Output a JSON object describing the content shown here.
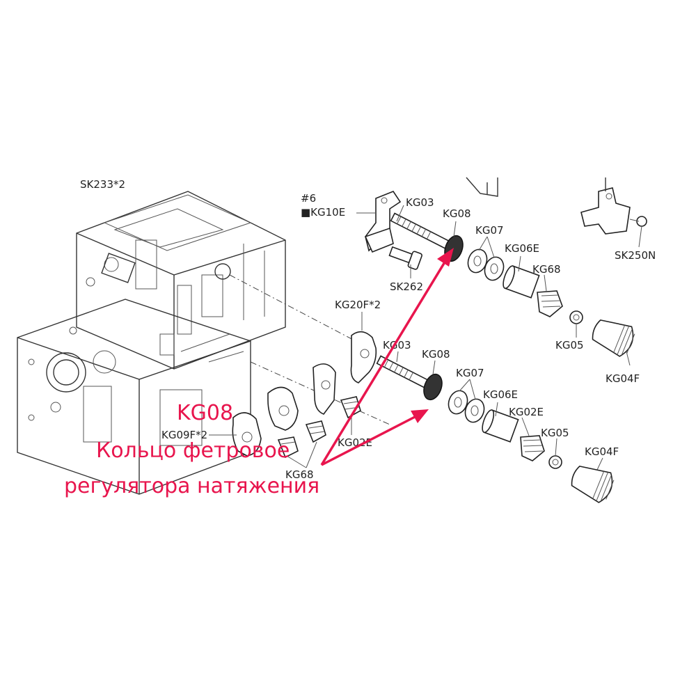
{
  "labels": {
    "sk233": "SK233*2",
    "hash6": "#6",
    "kg10e": "■KG10E",
    "kg03_top": "KG03",
    "kg08_top": "KG08",
    "kg07_top": "KG07",
    "kg06e_top": "KG06E",
    "kg68_top": "KG68",
    "sk262": "SK262",
    "sk250n": "SK250N",
    "kg05_top": "KG05",
    "kg04f_top": "KG04F",
    "kg20f": "KG20F*2",
    "kg03_bot": "KG03",
    "kg08_bot": "KG08",
    "kg07_bot": "KG07",
    "kg06e_bot": "KG06E",
    "kg02e_right": "KG02E",
    "kg05_bot": "KG05",
    "kg04f_bot": "KG04F",
    "kg09f": "KG09F*2",
    "kg02e_left": "KG02E",
    "kg68_bot": "KG68"
  },
  "annotation": {
    "code": "KG08",
    "line1": "Кольцо фетровое",
    "line2": "регулятора натяжения",
    "color": "#e8154d"
  }
}
